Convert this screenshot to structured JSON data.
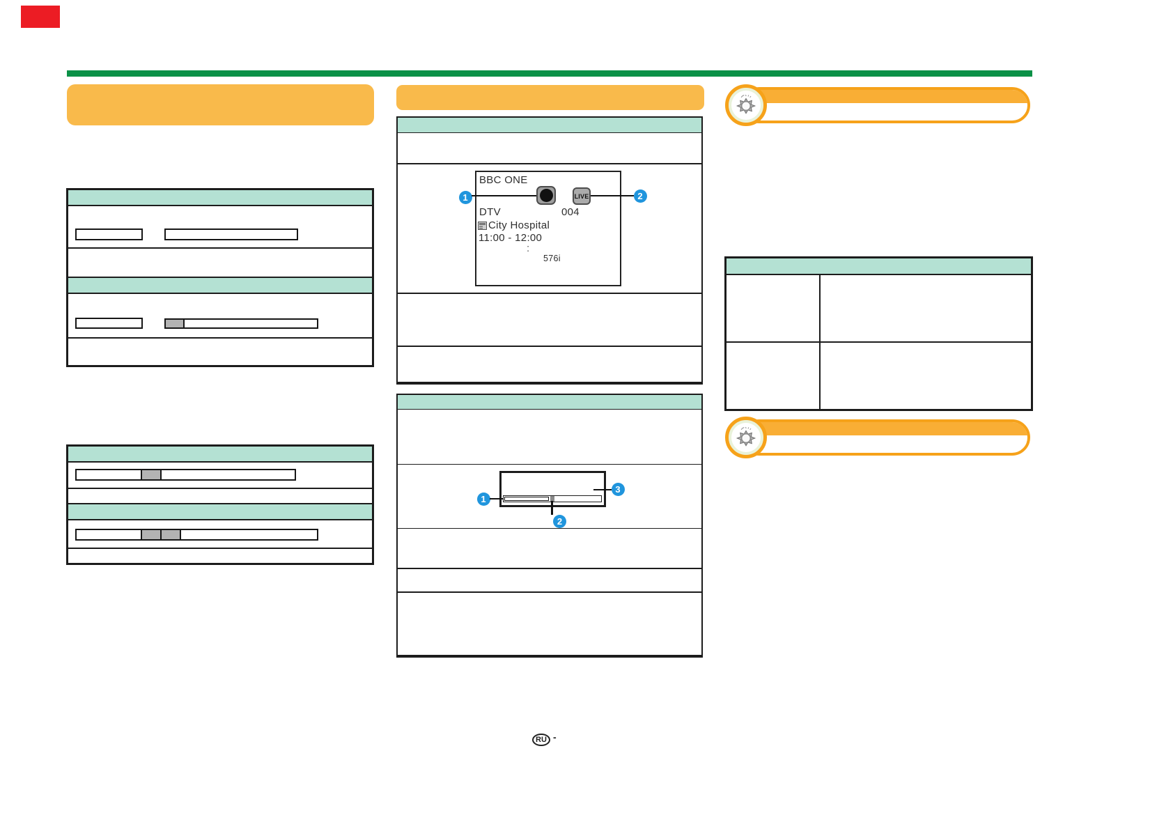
{
  "colors": {
    "accent_orange": "#f9ba4b",
    "pill_border_orange": "#f6a21a",
    "table_header_teal": "#b4e1d3",
    "divider_green": "#0a9147",
    "callout_blue": "#2095dd",
    "marker_red": "#ec1c24",
    "border_black": "#1c1c1c",
    "fill_gray": "#b3b3b3"
  },
  "icons": {
    "tip_icon": "sun-tip-icon",
    "record_icon": "record-icon",
    "program_icon": "program-guide-icon"
  },
  "channel_info_display": {
    "channel_name": "BBC ONE",
    "broadcast_type": "DTV",
    "channel_number": "004",
    "program_title": "City Hospital",
    "program_time": "11:00 - 12:00",
    "time_separator": ":",
    "video_resolution": "576i",
    "live_badge_label": "LIVE",
    "callout_1": "1",
    "callout_2": "2"
  },
  "playback_diagram": {
    "callout_1": "1",
    "callout_2": "2",
    "callout_3": "3"
  },
  "footer": {
    "region_code": "RU",
    "dash": "-"
  }
}
